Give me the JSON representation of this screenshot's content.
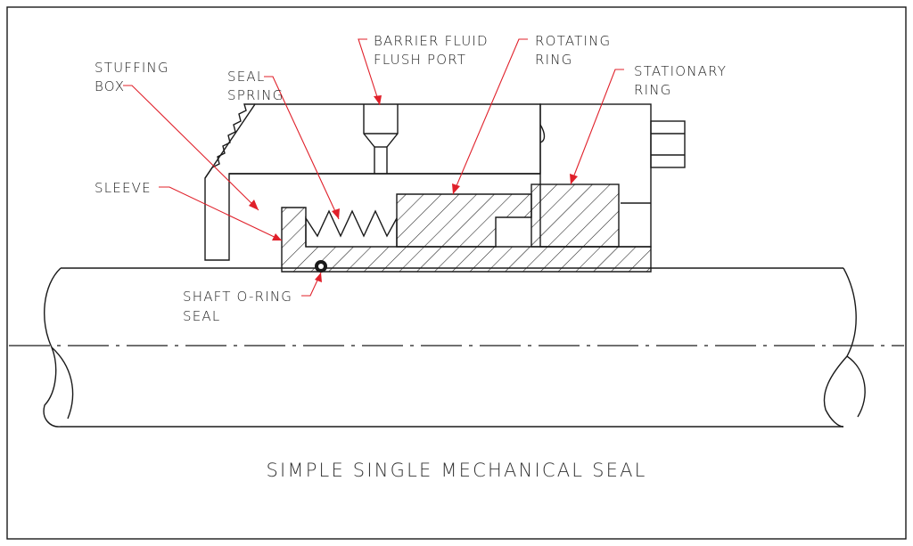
{
  "title": "SIMPLE SINGLE MECHANICAL SEAL",
  "labels": {
    "barrier_fluid": [
      "BARRIER FLUID",
      "FLUSH PORT"
    ],
    "rotating_ring": [
      "ROTATING",
      "RING"
    ],
    "stationary_ring": [
      "STATIONARY",
      "RING"
    ],
    "stuffing_box": [
      "STUFFING",
      "BOX"
    ],
    "seal_spring": [
      "SEAL",
      "SPRING"
    ],
    "sleeve": [
      "SLEEVE"
    ],
    "shaft_oring": [
      "SHAFT O-RING",
      "SEAL"
    ]
  },
  "colors": {
    "line": "#1a1a1a",
    "leader": "#e0202a",
    "background": "#ffffff"
  }
}
